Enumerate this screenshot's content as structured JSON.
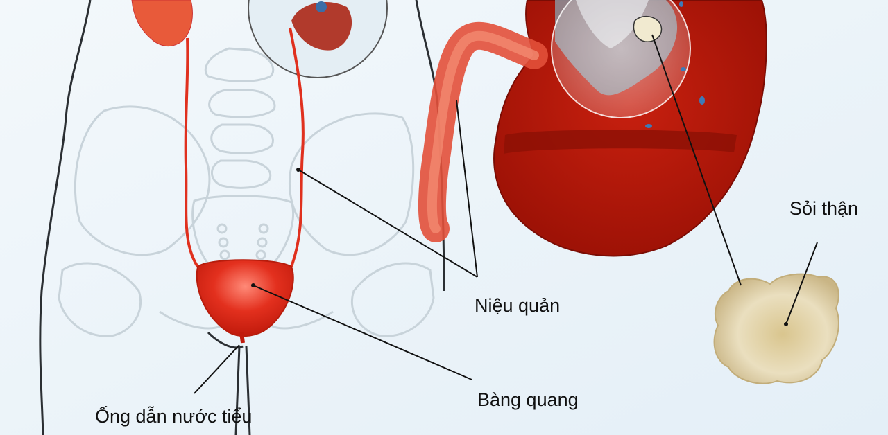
{
  "labels": {
    "ureter": "Niệu quản",
    "bladder": "Bàng quang",
    "urethra": "Ống dẫn nước tiểu",
    "kidney_stone": "Sỏi thận"
  },
  "colors": {
    "background": "#eaf3f9",
    "organ_red": "#d92b1b",
    "kidney_inner": "#b41608",
    "bone_outline": "#c8d3da",
    "body_outline": "#2b2f33",
    "stone": "#e6d7aa",
    "leader_line": "#111111"
  }
}
